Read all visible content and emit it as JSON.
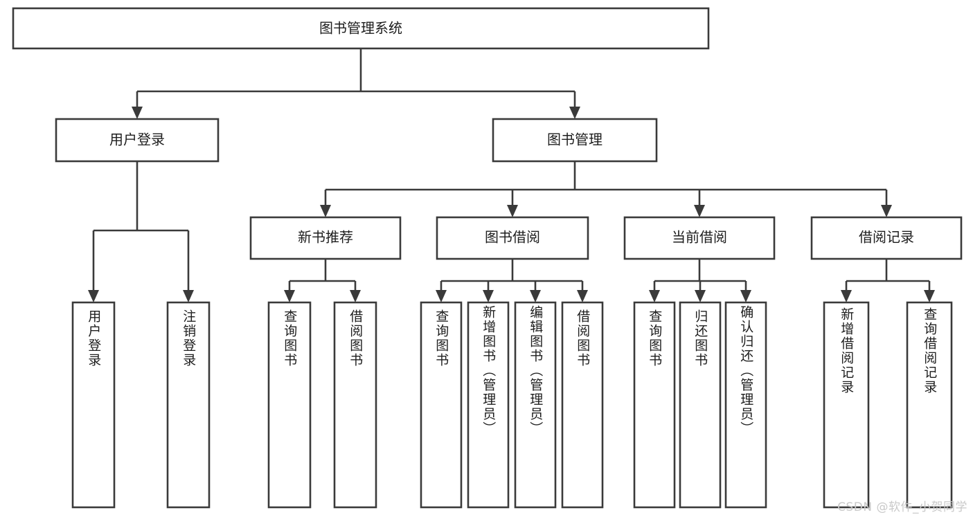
{
  "diagram": {
    "type": "tree",
    "title": "图书管理系统",
    "watermark": "CSDN @软件_小贺同学",
    "colors": {
      "stroke": "#3a3a3a",
      "box_fill": "#ffffff",
      "text": "#1d1d1d",
      "background": "#ffffff",
      "watermark": "#c9c9c9"
    },
    "root": {
      "label": "图书管理系统",
      "level": 0,
      "orientation": "horizontal"
    },
    "level1": [
      {
        "label": "用户登录",
        "orientation": "horizontal"
      },
      {
        "label": "图书管理",
        "orientation": "horizontal"
      }
    ],
    "level2": [
      {
        "label": "新书推荐",
        "parent": "图书管理",
        "orientation": "horizontal"
      },
      {
        "label": "图书借阅",
        "parent": "图书管理",
        "orientation": "horizontal"
      },
      {
        "label": "当前借阅",
        "parent": "图书管理",
        "orientation": "horizontal"
      },
      {
        "label": "借阅记录",
        "parent": "图书管理",
        "orientation": "horizontal"
      }
    ],
    "leaves": [
      {
        "label": "用户登录",
        "parent": "用户登录",
        "orientation": "vertical"
      },
      {
        "label": "注销登录",
        "parent": "用户登录",
        "orientation": "vertical"
      },
      {
        "label": "查询图书",
        "parent": "新书推荐",
        "orientation": "vertical"
      },
      {
        "label": "借阅图书",
        "parent": "新书推荐",
        "orientation": "vertical"
      },
      {
        "label": "查询图书",
        "parent": "图书借阅",
        "orientation": "vertical"
      },
      {
        "label": "新增图书（管理员）",
        "parent": "图书借阅",
        "orientation": "vertical"
      },
      {
        "label": "编辑图书（管理员）",
        "parent": "图书借阅",
        "orientation": "vertical"
      },
      {
        "label": "借阅图书",
        "parent": "图书借阅",
        "orientation": "vertical"
      },
      {
        "label": "查询图书",
        "parent": "当前借阅",
        "orientation": "vertical"
      },
      {
        "label": "归还图书",
        "parent": "当前借阅",
        "orientation": "vertical"
      },
      {
        "label": "确认归还（管理员）",
        "parent": "当前借阅",
        "orientation": "vertical"
      },
      {
        "label": "新增借阅记录",
        "parent": "借阅记录",
        "orientation": "vertical"
      },
      {
        "label": "查询借阅记录",
        "parent": "借阅记录",
        "orientation": "vertical"
      }
    ]
  }
}
